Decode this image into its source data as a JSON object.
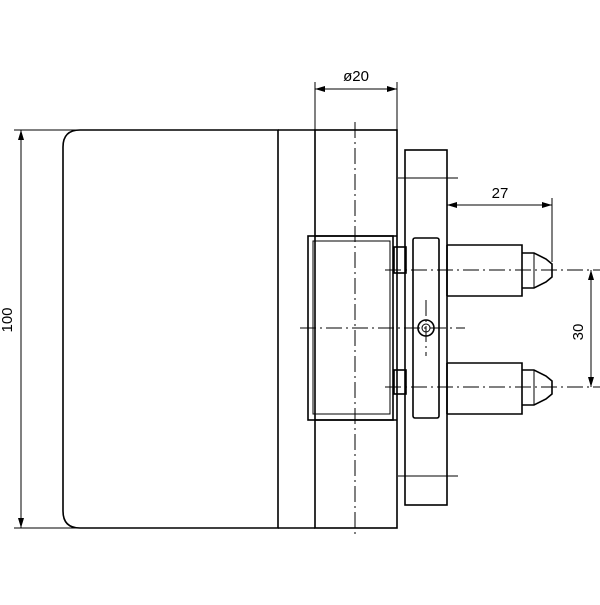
{
  "drawing": {
    "dimensions": {
      "diameter": "ø20",
      "height": "100",
      "pin_length": "27",
      "pin_spacing": "30"
    }
  },
  "colors": {
    "line": "#000000",
    "background": "#ffffff"
  }
}
